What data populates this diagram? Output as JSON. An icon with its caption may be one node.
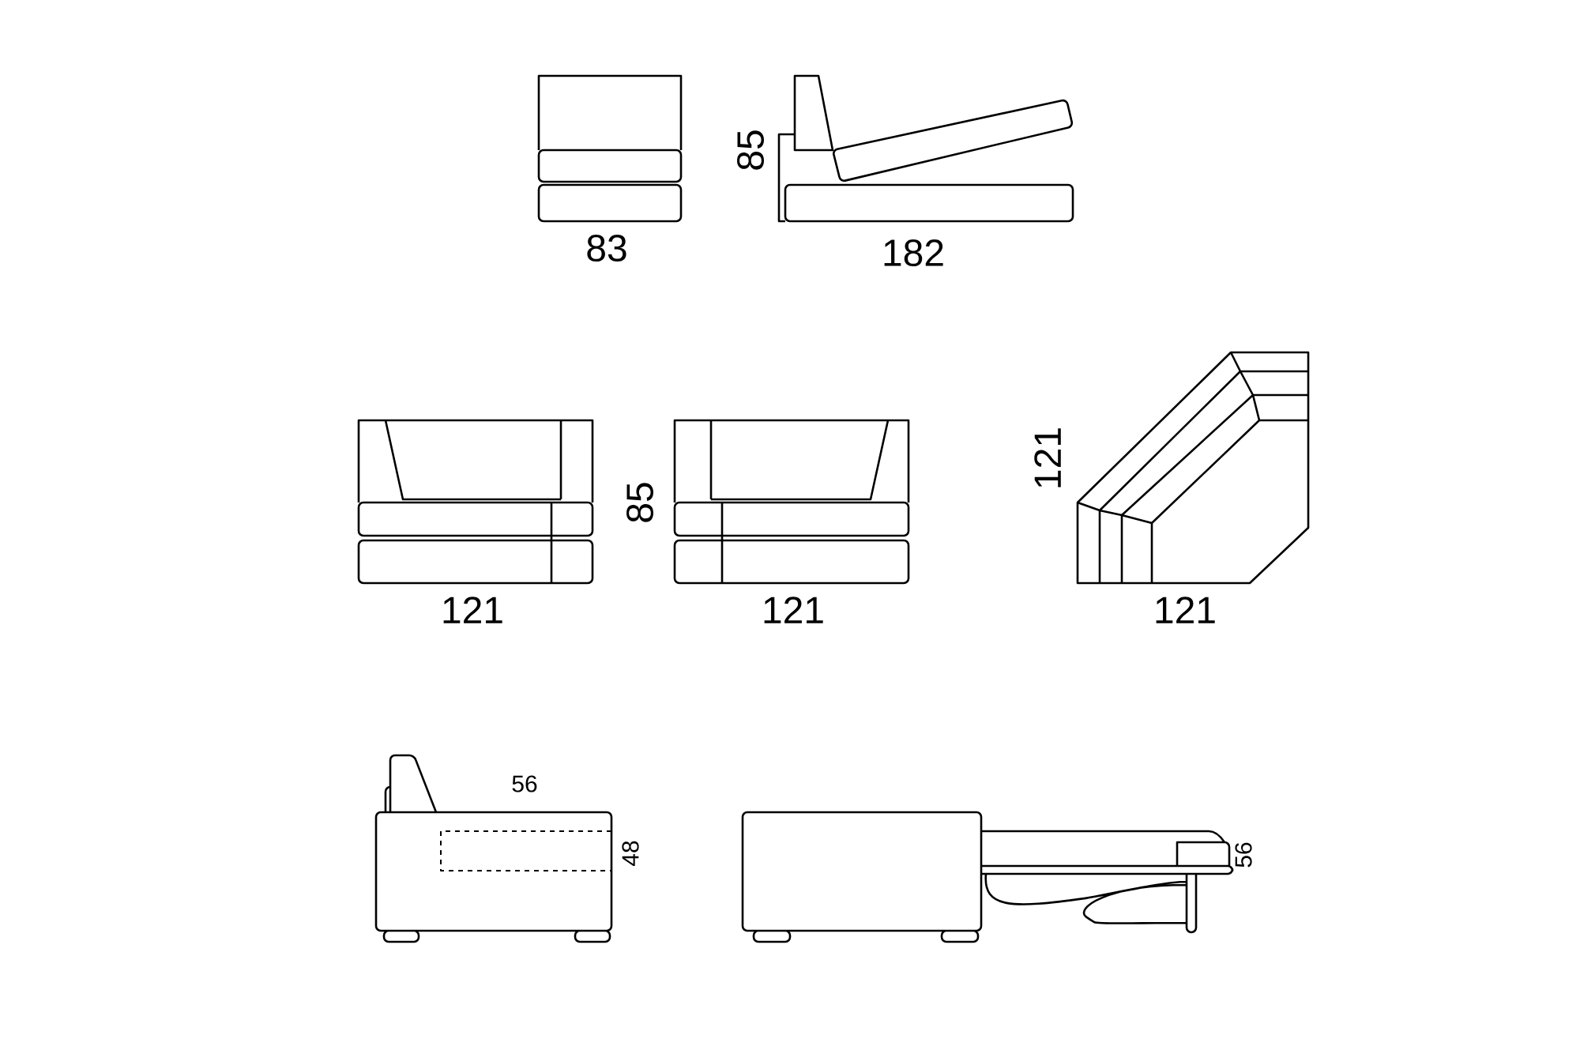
{
  "diagram": {
    "labels": [
      "83",
      "85",
      "182",
      "85",
      "121",
      "121",
      "121",
      "121",
      "56",
      "48",
      "56"
    ]
  }
}
